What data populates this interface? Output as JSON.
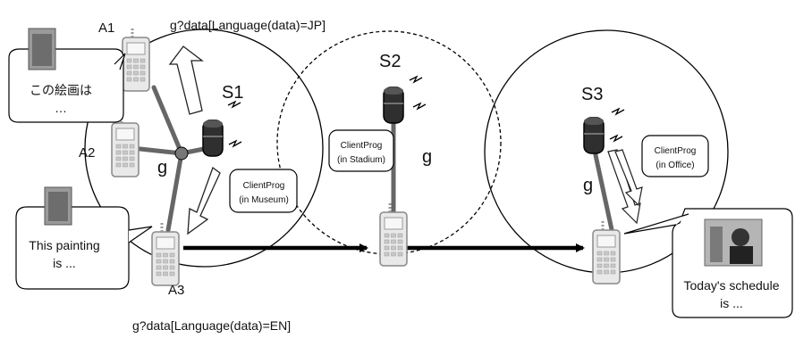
{
  "labels": {
    "query_jp": "g?data[Language(data)=JP]",
    "query_en": "g?data[Language(data)=EN]",
    "a1": "A1",
    "a2": "A2",
    "a3": "A3",
    "s1": "S1",
    "s2": "S2",
    "s3": "S3",
    "g_museum": "g",
    "g_stadium": "g",
    "g_office": "g"
  },
  "server_tags": {
    "museum": [
      "ClientProg",
      "(in Museum)"
    ],
    "stadium": [
      "ClientProg",
      "(in Stadium)"
    ],
    "office": [
      "ClientProg",
      "(in Office)"
    ]
  },
  "bubbles": {
    "jp": [
      "この絵画は",
      "…"
    ],
    "en": [
      "This painting",
      "is ..."
    ],
    "schedule": [
      "Today's schedule",
      "is ..."
    ]
  },
  "colors": {
    "line": "#000000",
    "link_gray": "#666666",
    "arrow_fill": "#ffffff",
    "phone_fill": "#e8e8e8",
    "server_dark": "#333333"
  }
}
